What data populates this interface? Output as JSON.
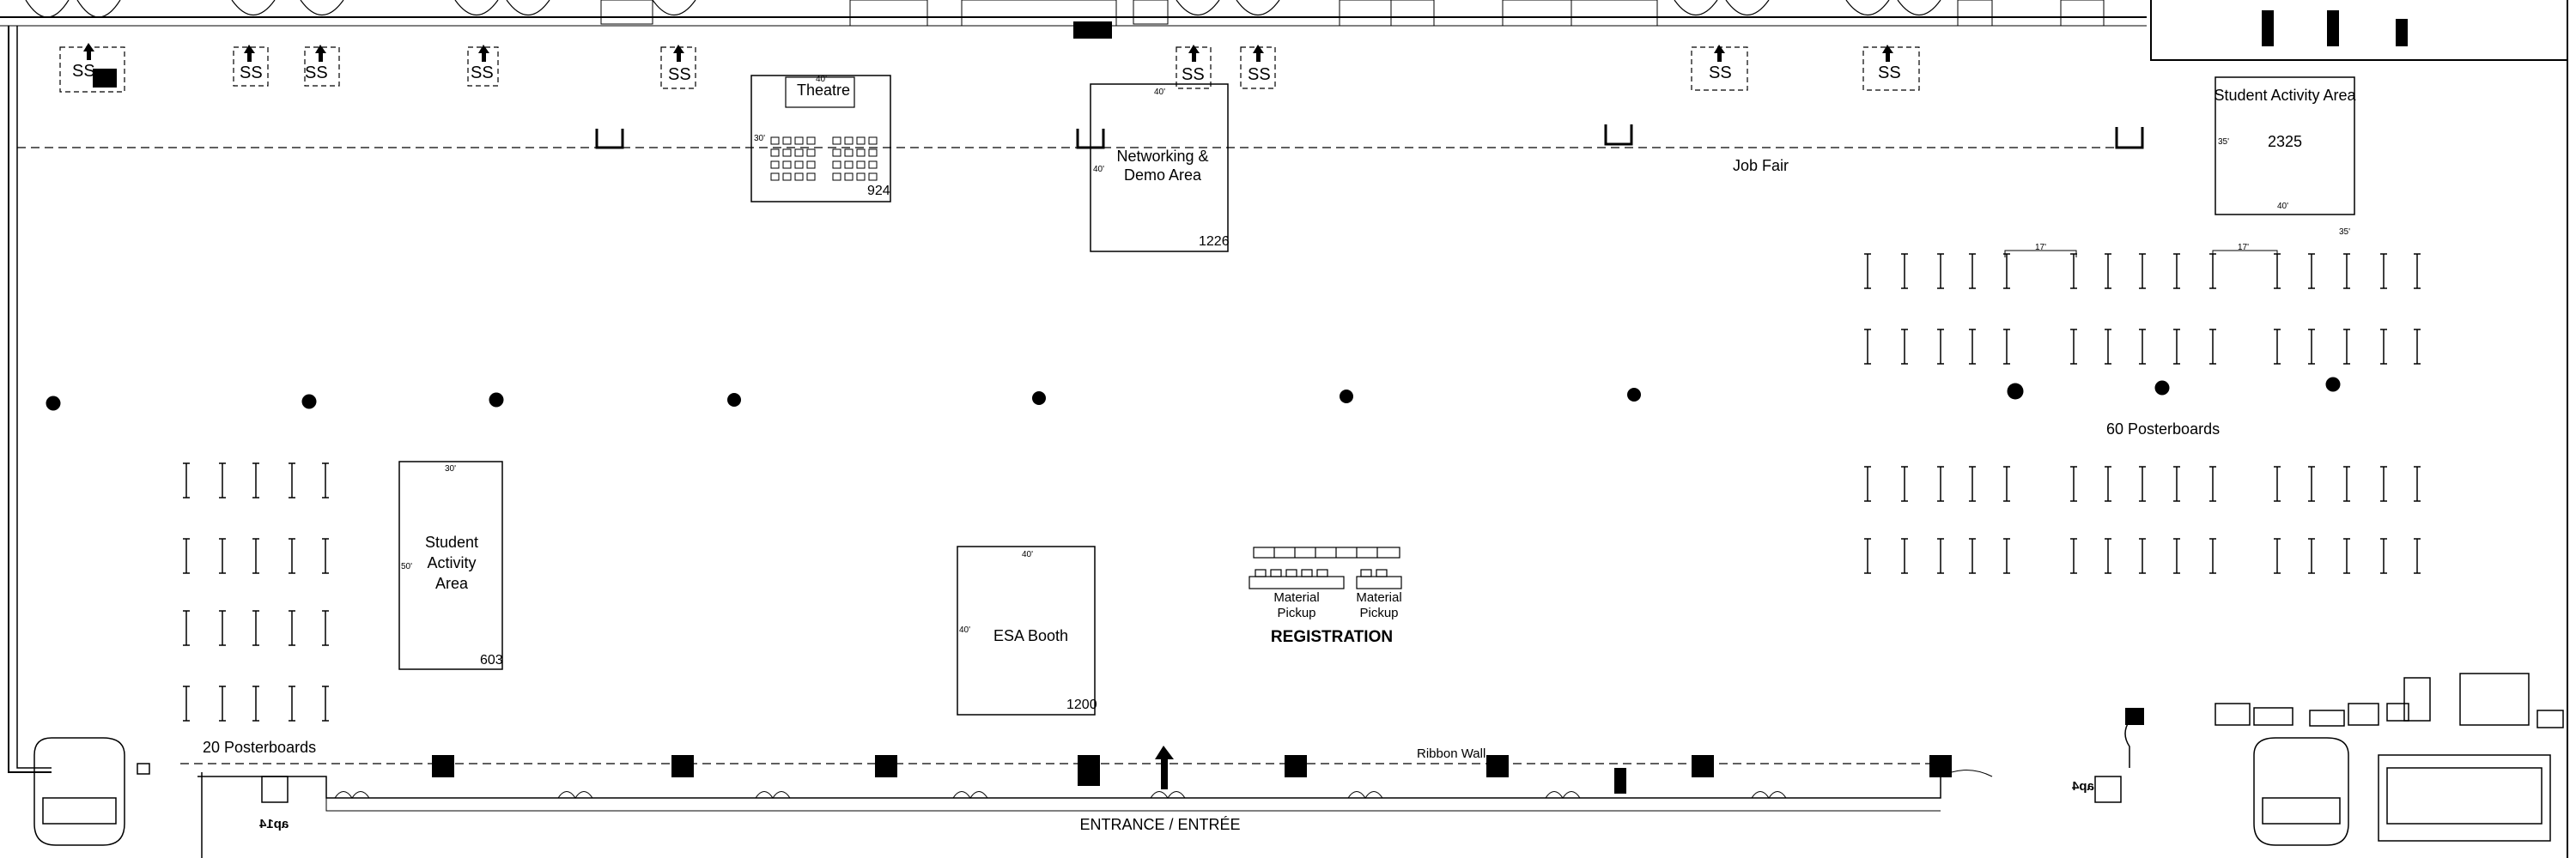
{
  "map": {
    "theatre": {
      "title": "Theatre",
      "dim_top": "40'",
      "dim_side": "30'",
      "area": "924"
    },
    "networking": {
      "label_line1": "Networking &",
      "label_line2": "Demo Area",
      "dim_top": "40'",
      "dim_side": "40'",
      "area": "1226"
    },
    "student_activity_right": {
      "label": "Student Activity Area",
      "area": "2325",
      "dim_side": "35'",
      "dim_bottom": "40'",
      "dim_right": "35'"
    },
    "student_activity_left": {
      "line1": "Student",
      "line2": "Activity",
      "line3": "Area",
      "dim_top": "30'",
      "dim_side": "50'",
      "area": "603"
    },
    "esa_booth": {
      "label": "ESA Booth",
      "dim_top": "40'",
      "dim_side": "40'",
      "area": "1200"
    },
    "job_fair": "Job Fair",
    "posterboards_right": "60 Posterboards",
    "posterboards_left": "20 Posterboards",
    "posterboard_gap": "17'",
    "registration": {
      "title": "REGISTRATION",
      "pickup_line1": "Material",
      "pickup_line2": "Pickup"
    },
    "ribbon_wall": "Ribbon Wall",
    "entrance": "ENTRANCE / ENTRÉE",
    "service_label": "SS",
    "stair_labels": {
      "left": "ap14",
      "right": "ap4"
    }
  }
}
